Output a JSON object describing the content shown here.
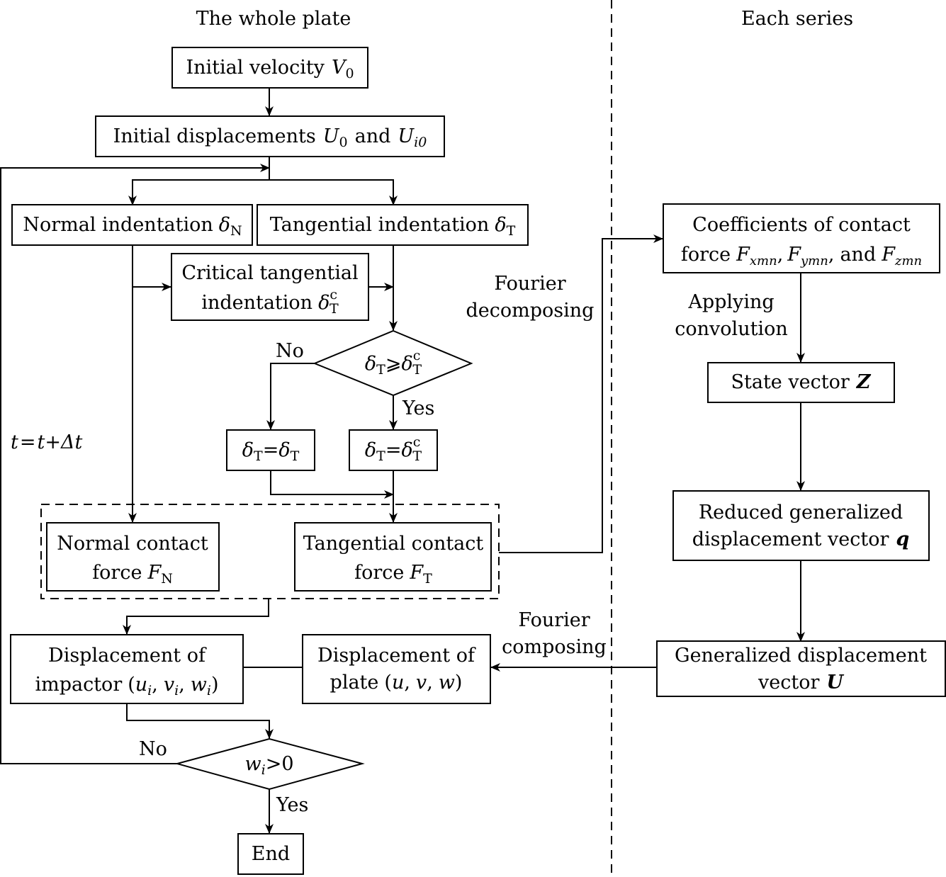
{
  "headers": {
    "left": "The whole plate",
    "right": "Each series"
  },
  "nodes": {
    "init_velocity": {
      "text": "Initial velocity",
      "sym": "V",
      "sub": "0"
    },
    "init_disp": {
      "text": "Initial displacements",
      "sym1": "U",
      "sub1": "0",
      "and": "and",
      "sym2": "U",
      "sub2": "i0"
    },
    "normal_indent": {
      "text": "Normal indentation",
      "sym": "δ",
      "sub": "N"
    },
    "tangential_indent": {
      "text": "Tangential indentation",
      "sym": "δ",
      "sub": "T"
    },
    "critical_tangential": {
      "line1": "Critical tangential",
      "line2": "indentation",
      "sym": "δ",
      "sub": "T",
      "sup": "c"
    },
    "decision_tangential": {
      "lhs": "δ",
      "lhs_sub": "T",
      "op": "⩾",
      "rhs": "δ",
      "rhs_sub": "T",
      "rhs_sup": "c"
    },
    "assign_no": {
      "lhs": "δ",
      "lhs_sub": "T",
      "op": "=",
      "rhs": "δ",
      "rhs_sub": "T"
    },
    "assign_yes": {
      "lhs": "δ",
      "lhs_sub": "T",
      "op": "=",
      "rhs": "δ",
      "rhs_sub": "T",
      "rhs_sup": "c"
    },
    "normal_force": {
      "line1": "Normal contact",
      "line2": "force",
      "sym": "F",
      "sub": "N"
    },
    "tangential_force": {
      "line1": "Tangential contact",
      "line2": "force",
      "sym": "F",
      "sub": "T"
    },
    "disp_impactor": {
      "line1": "Displacement of",
      "line2": "impactor",
      "u": "u",
      "v": "v",
      "w": "w",
      "sub": "i"
    },
    "disp_plate": {
      "line1": "Displacement of",
      "line2": "plate",
      "u": "u",
      "v": "v",
      "w": "w"
    },
    "decision_end": {
      "sym": "w",
      "sub": "i",
      "op": ">",
      "val": "0"
    },
    "end": {
      "text": "End"
    },
    "coefficients": {
      "line1": "Coefficients of contact",
      "line2": "force",
      "f": "F",
      "sub_x": "xmn",
      "sub_y": "ymn",
      "and": "and",
      "sub_z": "zmn"
    },
    "state_vector": {
      "text": "State vector",
      "sym": "Z"
    },
    "reduced": {
      "line1": "Reduced generalized",
      "line2": "displacement vector",
      "sym": "q"
    },
    "generalized": {
      "line1": "Generalized displacement",
      "line2": "vector",
      "sym": "U"
    }
  },
  "edge_labels": {
    "no1": "No",
    "yes1": "Yes",
    "no2": "No",
    "yes2": "Yes",
    "time_step": {
      "t1": "t",
      "t2": "t",
      "op": "+",
      "dt": "Δt",
      "eq": "="
    },
    "fourier_decomposing": {
      "line1": "Fourier",
      "line2": "decomposing"
    },
    "applying_convolution": {
      "line1": "Applying",
      "line2": "convolution"
    },
    "fourier_composing": {
      "line1": "Fourier",
      "line2": "composing"
    }
  }
}
